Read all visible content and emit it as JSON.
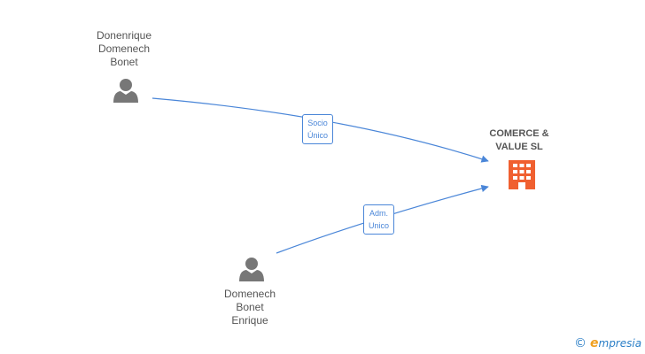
{
  "nodes": {
    "person1": {
      "label": "Donenrique\nDomenech\nBonet",
      "icon": "person-icon"
    },
    "person2": {
      "label": "Domenech\nBonet\nEnrique",
      "icon": "person-icon"
    },
    "company": {
      "label": "COMERCE &\nVALUE SL",
      "icon": "building-icon"
    }
  },
  "edges": [
    {
      "from": "person1",
      "to": "company",
      "label": "Socio\nÚnico"
    },
    {
      "from": "person2",
      "to": "company",
      "label": "Adm.\nUnico"
    }
  ],
  "watermark": {
    "symbol": "©",
    "brand_first": "e",
    "brand_rest": "mpresia"
  },
  "colors": {
    "edge": "#4a86d8",
    "person": "#777777",
    "company": "#f06030",
    "text": "#555555"
  }
}
